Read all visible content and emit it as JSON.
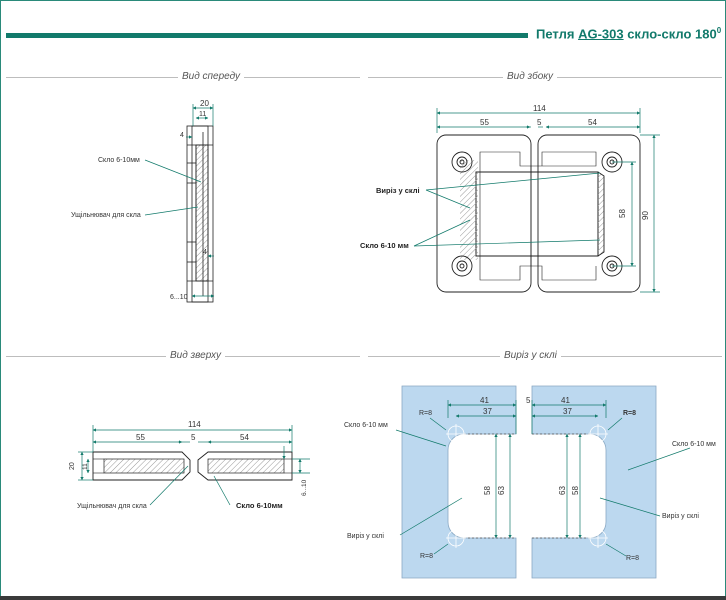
{
  "header": {
    "title_prefix": "Петля ",
    "title_code": "AG-303",
    "title_suffix": " скло-скло 180",
    "title_sup": "0"
  },
  "sections": {
    "front": "Вид спереду",
    "side": "Вид збоку",
    "top": "Вид зверху",
    "cutout": "Виріз у склі"
  },
  "front_view": {
    "dims": {
      "width": "20",
      "inner": "11",
      "gap_top": "4",
      "gap_bottom": "4",
      "glass_range": "6...10"
    },
    "labels": {
      "glass": "Скло 6-10мм",
      "seal": "Ущільнювач для скла"
    }
  },
  "side_view": {
    "dims": {
      "total": "114",
      "left": "55",
      "gap": "5",
      "right": "54",
      "inner_height": "58",
      "height": "90"
    },
    "labels": {
      "cutout": "Виріз у склі",
      "glass": "Скло 6-10 мм"
    }
  },
  "top_view": {
    "dims": {
      "total": "114",
      "left": "55",
      "gap": "5",
      "right": "54",
      "thickness": "20",
      "inner": "11",
      "glass_range": "6...10"
    },
    "labels": {
      "seal": "Ущільнювач для скла",
      "glass": "Скло 6-10мм"
    }
  },
  "cutout_view": {
    "dims": {
      "left_outer": "41",
      "gap": "5",
      "right_outer": "41",
      "left_inner": "37",
      "right_inner": "37",
      "h_outer": "63",
      "h_inner": "58",
      "radius": "R=8"
    },
    "labels": {
      "glass_left": "Скло 6-10 мм",
      "glass_right": "Скло 6-10 мм",
      "cutout_left": "Виріз у склі",
      "cutout_right": "Виріз у склі"
    }
  },
  "colors": {
    "accent": "#127a6b",
    "glass": "#bcd8ef",
    "hatch": "#9a9a9a"
  }
}
